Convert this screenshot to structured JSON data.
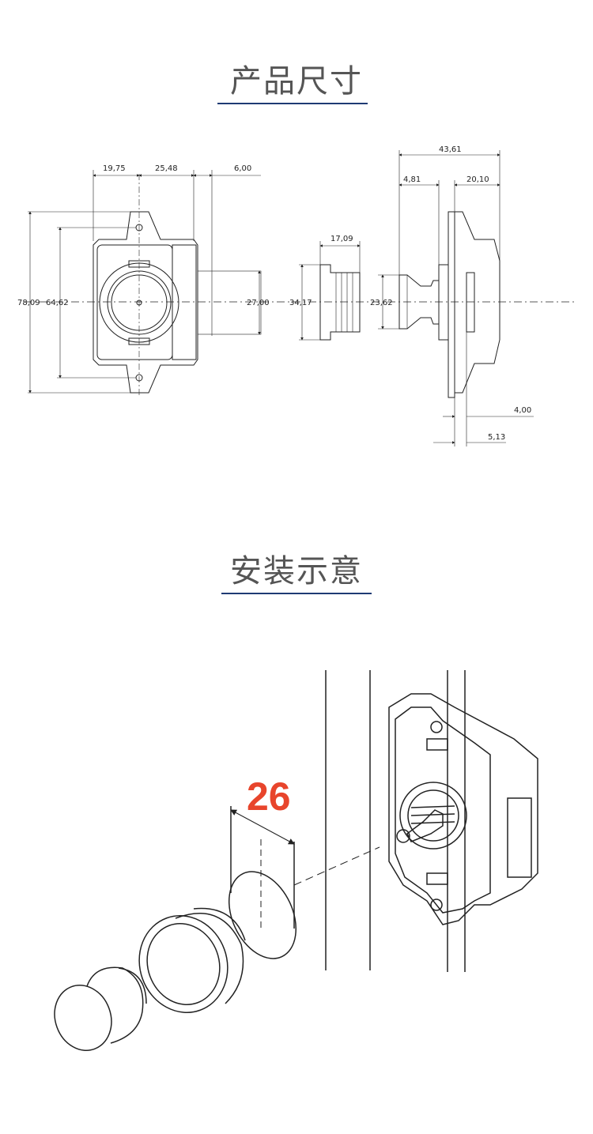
{
  "sections": {
    "dimensions_title": "产品尺寸",
    "install_title": "安装示意"
  },
  "front_view": {
    "dim_top_left": "19,75",
    "dim_top_mid": "25,48",
    "dim_top_right": "6,00",
    "dim_height_outer": "78,09",
    "dim_height_inner": "64,62",
    "dim_body": "27,00"
  },
  "knob_view": {
    "dim_width": "17,09",
    "dim_diameter": "34,17"
  },
  "side_view": {
    "dim_total": "43,61",
    "dim_left": "4,81",
    "dim_right": "20,10",
    "dim_plunger": "23,62",
    "dim_plate": "4,00",
    "dim_gap": "5,13"
  },
  "install": {
    "hole_diameter": "26"
  },
  "colors": {
    "title_rule": "#1f3b73",
    "accent": "#e8452c",
    "line": "#222222"
  }
}
